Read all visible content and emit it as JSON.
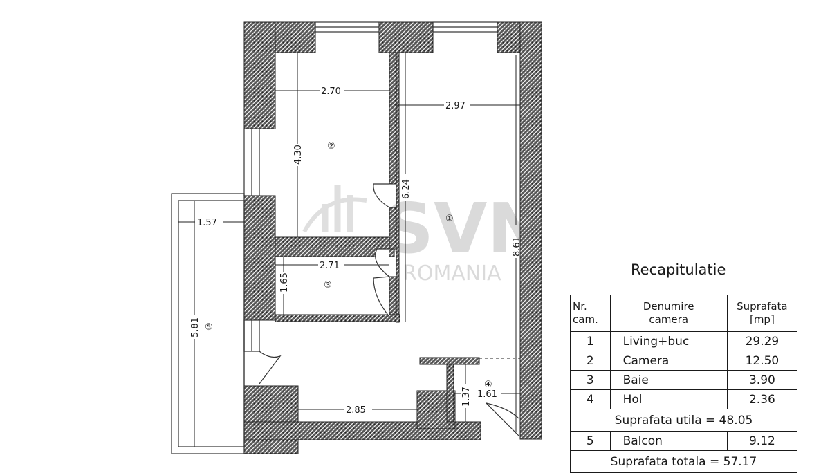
{
  "plan": {
    "dimensions": {
      "d_2_70": "2.70",
      "d_2_97": "2.97",
      "d_4_30": "4.30",
      "d_6_24": "6.24",
      "d_8_61": "8.61",
      "d_1_57": "1.57",
      "d_2_71": "2.71",
      "d_1_65": "1.65",
      "d_5_81": "5.81",
      "d_1_37": "1.37",
      "d_1_61": "1.61",
      "d_2_85": "2.85"
    },
    "rooms": {
      "r1": "①",
      "r2": "②",
      "r3": "③",
      "r4": "④",
      "r5": "⑤"
    },
    "watermark": {
      "brand": "SVN",
      "country": "ROMANIA"
    }
  },
  "recap": {
    "title": "Recapitulatie",
    "headers": {
      "nr": [
        "Nr.",
        "cam."
      ],
      "name": [
        "Denumire",
        "camera"
      ],
      "area": [
        "Suprafata",
        "[mp]"
      ]
    },
    "rows": [
      {
        "nr": "1",
        "name": "Living+buc",
        "area": "29.29"
      },
      {
        "nr": "2",
        "name": "Camera",
        "area": "12.50"
      },
      {
        "nr": "3",
        "name": "Baie",
        "area": "3.90"
      },
      {
        "nr": "4",
        "name": "Hol",
        "area": "2.36"
      }
    ],
    "useful_total": "Suprafata utila = 48.05",
    "balcony": {
      "nr": "5",
      "name": "Balcon",
      "area": "9.12"
    },
    "grand_total": "Suprafata totala = 57.17"
  }
}
